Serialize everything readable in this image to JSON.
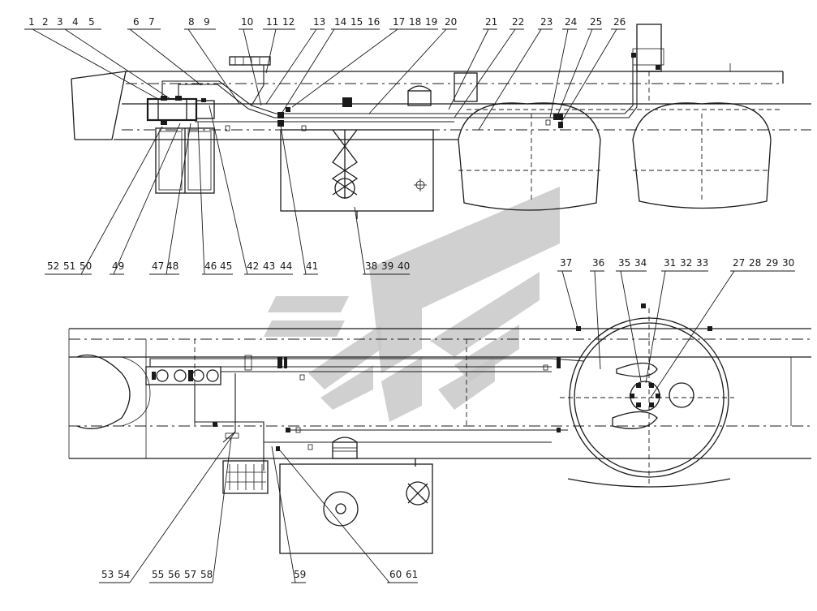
{
  "callouts_top": [
    "1",
    "2",
    "3",
    "4",
    "5",
    "6",
    "7",
    "8",
    "9",
    "10",
    "11",
    "12",
    "13",
    "14",
    "15",
    "16",
    "17",
    "18",
    "19",
    "20",
    "21",
    "22",
    "23",
    "24",
    "25",
    "26"
  ],
  "callouts_middle_left": [
    "52",
    "51",
    "50",
    "49",
    "47",
    "48",
    "46",
    "45",
    "42",
    "43",
    "44",
    "41",
    "38",
    "39",
    "40"
  ],
  "callouts_middle_right": [
    "37",
    "36",
    "35",
    "34",
    "31",
    "32",
    "33",
    "27",
    "28",
    "29",
    "30"
  ],
  "callouts_bottom": [
    "53",
    "54",
    "55",
    "56",
    "57",
    "58",
    "59",
    "60",
    "61"
  ]
}
